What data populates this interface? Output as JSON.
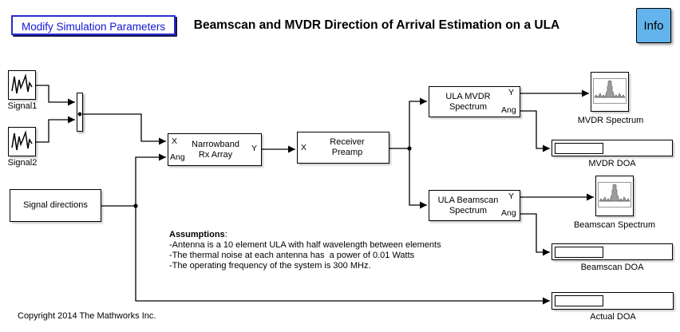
{
  "header": {
    "modify_button": "Modify Simulation Parameters",
    "title": "Beamscan and MVDR Direction of Arrival Estimation on a ULA",
    "info_button": "Info"
  },
  "colors": {
    "link_blue": "#1414d6",
    "info_button_bg": "#63b4ec",
    "block_border": "#000000",
    "wire": "#000000"
  },
  "icons": {
    "signal_source": "waveform-icon",
    "scope": "spectrum-plot-icon"
  },
  "blocks": {
    "signal1": {
      "label": "Signal1"
    },
    "signal2": {
      "label": "Signal2"
    },
    "signal_directions": {
      "label": "Signal directions"
    },
    "narrowband": {
      "line1": "Narrowband",
      "line2": "Rx Array",
      "port_x": "X",
      "port_ang": "Ang",
      "port_y": "Y"
    },
    "receiver": {
      "line1": "Receiver",
      "line2": "Preamp",
      "port_x": "X"
    },
    "ula_mvdr": {
      "line1": "ULA MVDR",
      "line2": "Spectrum",
      "port_y": "Y",
      "port_ang": "Ang"
    },
    "ula_beamscan": {
      "line1": "ULA Beamscan",
      "line2": "Spectrum",
      "port_y": "Y",
      "port_ang": "Ang"
    },
    "mvdr_spectrum_scope": {
      "label": "MVDR Spectrum"
    },
    "beamscan_spectrum_scope": {
      "label": "Beamscan Spectrum"
    },
    "mvdr_doa": {
      "label": "MVDR DOA"
    },
    "beamscan_doa": {
      "label": "Beamscan DOA"
    },
    "actual_doa": {
      "label": "Actual DOA"
    }
  },
  "annotations": {
    "assumptions_title": "Assumptions",
    "colon": ":",
    "lines": [
      "-Antenna is a 10 element ULA with half wavelength between elements",
      "-The thermal noise at each antenna has  a power of 0.01 Watts",
      "-The operating frequency of the system is 300 MHz."
    ],
    "copyright": "Copyright 2014 The Mathworks Inc."
  }
}
